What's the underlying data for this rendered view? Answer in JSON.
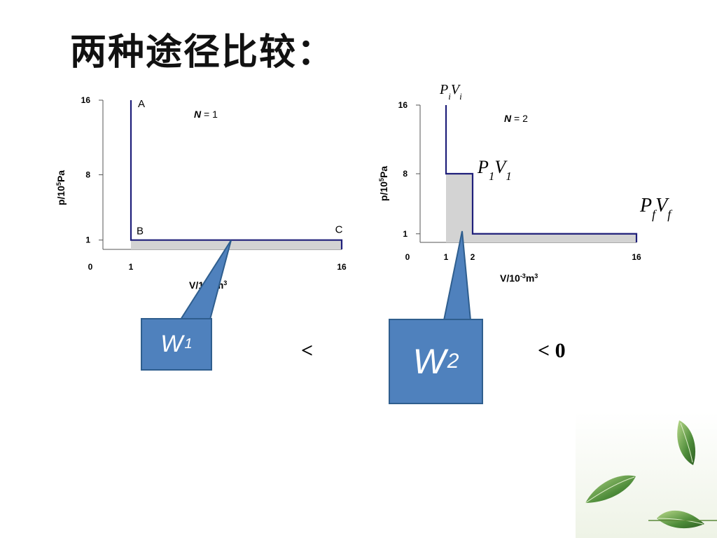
{
  "title": "两种途径比较：",
  "callouts": {
    "w1": {
      "symbol": "W",
      "sub": "1"
    },
    "w2": {
      "symbol": "W",
      "sub": "2"
    }
  },
  "relations": {
    "less_than": "<",
    "less_than_zero": "< 0"
  },
  "colors": {
    "path": "#1f1f7a",
    "fill": "#d3d3d3",
    "callout": "#4f81bd",
    "callout_border": "#2f5e8e",
    "axis": "#555555"
  },
  "chart_data": [
    {
      "type": "line",
      "annotation": "N = 1",
      "xlabel": "V/10⁻³m³",
      "ylabel": "p/10⁵Pa",
      "xticks": [
        0,
        1,
        16
      ],
      "yticks": [
        16,
        8,
        1
      ],
      "xlim": [
        0,
        16
      ],
      "ylim": [
        0,
        16
      ],
      "path": [
        {
          "x": 1,
          "y": 16
        },
        {
          "x": 1,
          "y": 1
        },
        {
          "x": 16,
          "y": 1
        },
        {
          "x": 16,
          "y": 0
        }
      ],
      "shaded_area": [
        {
          "x": 1,
          "y": 1
        },
        {
          "x": 16,
          "y": 1
        }
      ],
      "points": [
        {
          "label": "A",
          "x": 1,
          "y": 16
        },
        {
          "label": "B",
          "x": 1,
          "y": 1
        },
        {
          "label": "C",
          "x": 16,
          "y": 1
        }
      ]
    },
    {
      "type": "line",
      "annotation": "N = 2",
      "xlabel": "V/10⁻³m³",
      "ylabel": "p/10⁵Pa",
      "xticks": [
        0,
        1,
        2,
        16
      ],
      "yticks": [
        16,
        8,
        1
      ],
      "xlim": [
        0,
        16
      ],
      "ylim": [
        0,
        16
      ],
      "path": [
        {
          "x": 1,
          "y": 16
        },
        {
          "x": 1,
          "y": 8
        },
        {
          "x": 2,
          "y": 8
        },
        {
          "x": 2,
          "y": 1
        },
        {
          "x": 16,
          "y": 1
        },
        {
          "x": 16,
          "y": 0
        }
      ],
      "shaded_area": [
        {
          "x": 1,
          "y": 8
        },
        {
          "x": 2,
          "y": 8
        },
        {
          "x": 2,
          "y": 1
        },
        {
          "x": 16,
          "y": 1
        }
      ],
      "point_labels": [
        {
          "p": "P",
          "p_sub": "i",
          "v": "V",
          "v_sub": "i"
        },
        {
          "p": "P",
          "p_sub": "1",
          "v": "V",
          "v_sub": "1"
        },
        {
          "p": "P",
          "p_sub": "f",
          "v": "V",
          "v_sub": "f"
        }
      ]
    }
  ]
}
